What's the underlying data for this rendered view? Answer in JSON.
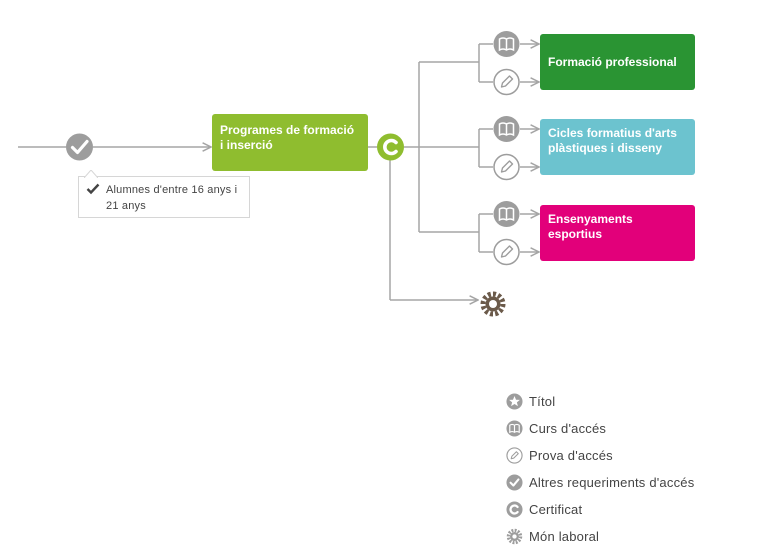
{
  "nodes": {
    "programes": {
      "label": "Programes de formació i inserció",
      "color": "#8fbd2f"
    },
    "formacio_professional": {
      "label": "Formació professional",
      "color": "#2a9433"
    },
    "cicles": {
      "label": "Cicles formatius d'arts plàstiques i disseny",
      "color": "#6cc3cf"
    },
    "ensenyaments": {
      "label": "Ensenyaments esportius",
      "color": "#e2007a"
    }
  },
  "requirement_note": "Alumnes d'entre 16 anys i 21 anys",
  "legend": [
    {
      "icon": "star-icon",
      "label": "Títol"
    },
    {
      "icon": "book-icon",
      "label": "Curs d'accés"
    },
    {
      "icon": "pencil-icon",
      "label": "Prova d'accés"
    },
    {
      "icon": "check-icon",
      "label": "Altres requeriments d'accés"
    },
    {
      "icon": "certificate-icon",
      "label": "Certificat"
    },
    {
      "icon": "gear-icon",
      "label": "Món laboral"
    }
  ],
  "colors": {
    "connector": "#a5a5a5",
    "icon_gray": "#9d9d9d",
    "certificate": "#8fbd2f",
    "gear": "#6b5a4a"
  }
}
